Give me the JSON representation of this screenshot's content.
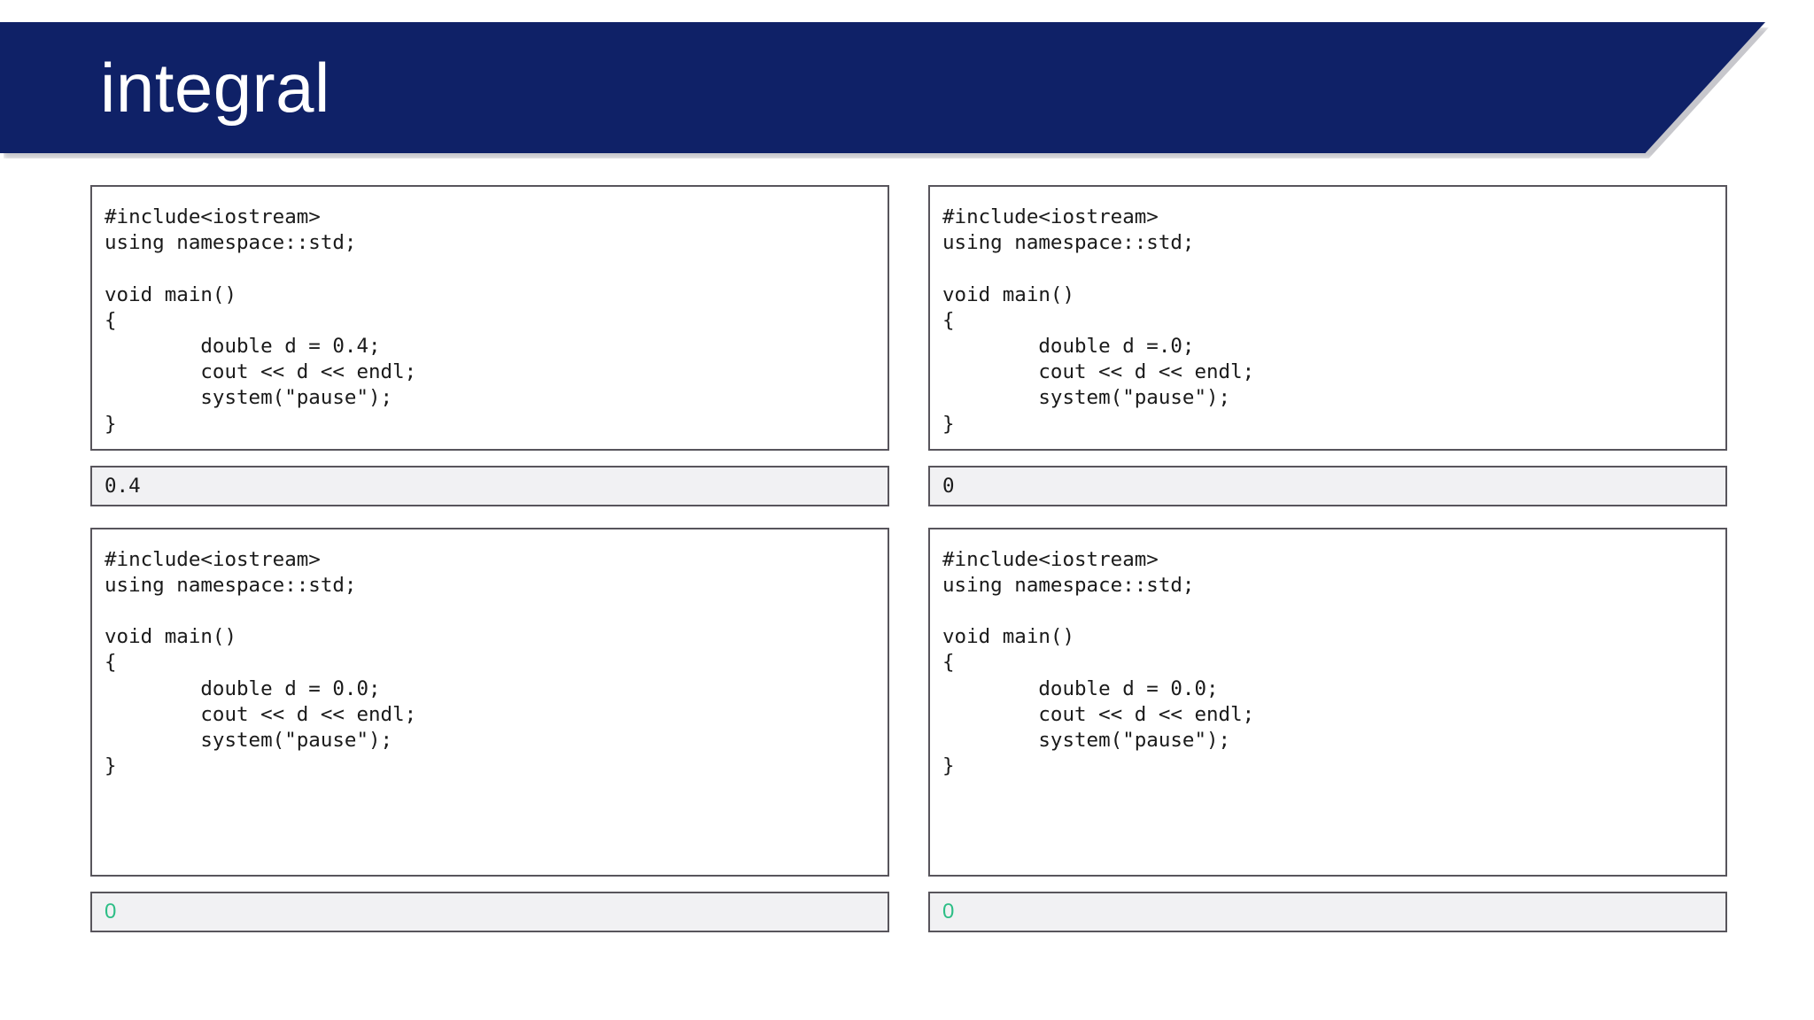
{
  "slide": {
    "title": "integral",
    "banner_color": "#0f2167",
    "banner_text_color": "#ffffff",
    "background_color": "#ffffff"
  },
  "panels": [
    {
      "id": "top-left",
      "code": "#include<iostream>\nusing namespace::std;\n\nvoid main()\n{\n        double d = 0.4;\n        cout << d << endl;\n        system(\"pause\");\n}",
      "output": "0.4",
      "output_color": "#1a1a1a"
    },
    {
      "id": "top-right",
      "code": "#include<iostream>\nusing namespace::std;\n\nvoid main()\n{\n        double d =.0;\n        cout << d << endl;\n        system(\"pause\");\n}",
      "output": "0",
      "output_color": "#1a1a1a"
    },
    {
      "id": "bottom-left",
      "code": "#include<iostream>\nusing namespace::std;\n\nvoid main()\n{\n        double d = 0.0;\n        cout << d << endl;\n        system(\"pause\");\n}",
      "output": "0",
      "output_color": "#2dbe86"
    },
    {
      "id": "bottom-right",
      "code": "#include<iostream>\nusing namespace::std;\n\nvoid main()\n{\n        double d = 0.0;\n        cout << d << endl;\n        system(\"pause\");\n}",
      "output": "0",
      "output_color": "#2dbe86"
    }
  ]
}
